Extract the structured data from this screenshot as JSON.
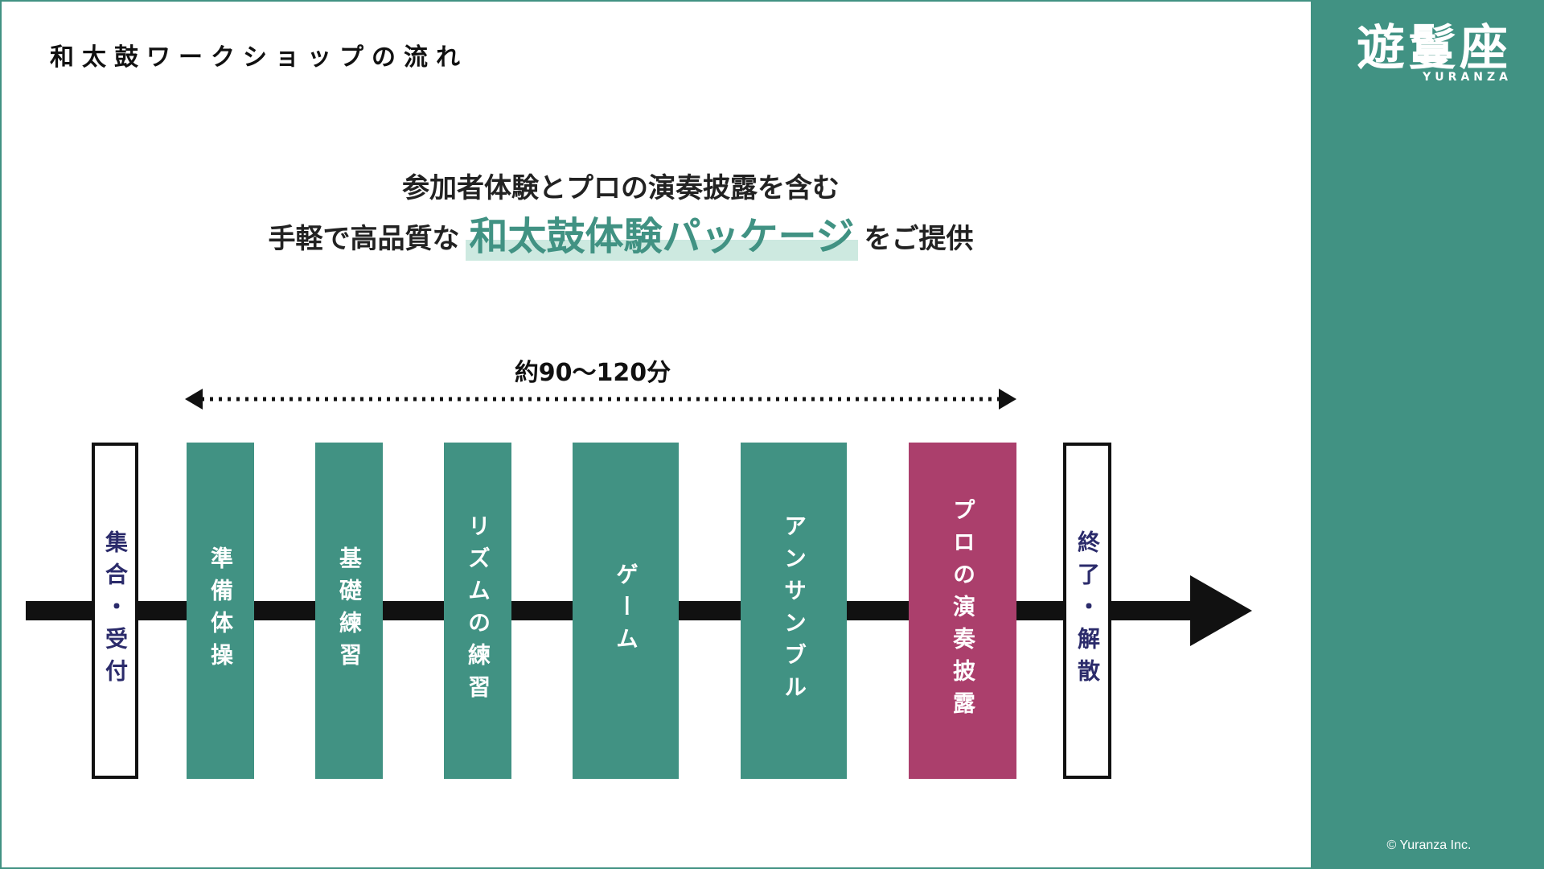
{
  "page": {
    "title": "和太鼓ワークショップの流れ"
  },
  "lead": {
    "line1": "参加者体験とプロの演奏披露を含む",
    "line2_pre": "手軽で高品質な",
    "line2_highlight": "和太鼓体験パッケージ",
    "line2_post": "をご提供"
  },
  "timeline": {
    "duration_label": "約90〜120分",
    "steps": [
      {
        "label": "集合・受付",
        "style": "outline"
      },
      {
        "label": "準備体操",
        "style": "teal"
      },
      {
        "label": "基礎練習",
        "style": "teal"
      },
      {
        "label": "リズムの練習",
        "style": "teal"
      },
      {
        "label": "ゲーム",
        "style": "teal"
      },
      {
        "label": "アンサンブル",
        "style": "teal"
      },
      {
        "label": "プロの演奏披露",
        "style": "magenta"
      },
      {
        "label": "終了・解散",
        "style": "outline"
      }
    ]
  },
  "brand": {
    "logo_kanji": "遊鬘座",
    "logo_roman": "YURANZA",
    "copyright": "© Yuranza Inc."
  },
  "colors": {
    "teal": "#419283",
    "magenta": "#ab3f6c",
    "highlight": "#cde9e0",
    "dark": "#111111"
  }
}
